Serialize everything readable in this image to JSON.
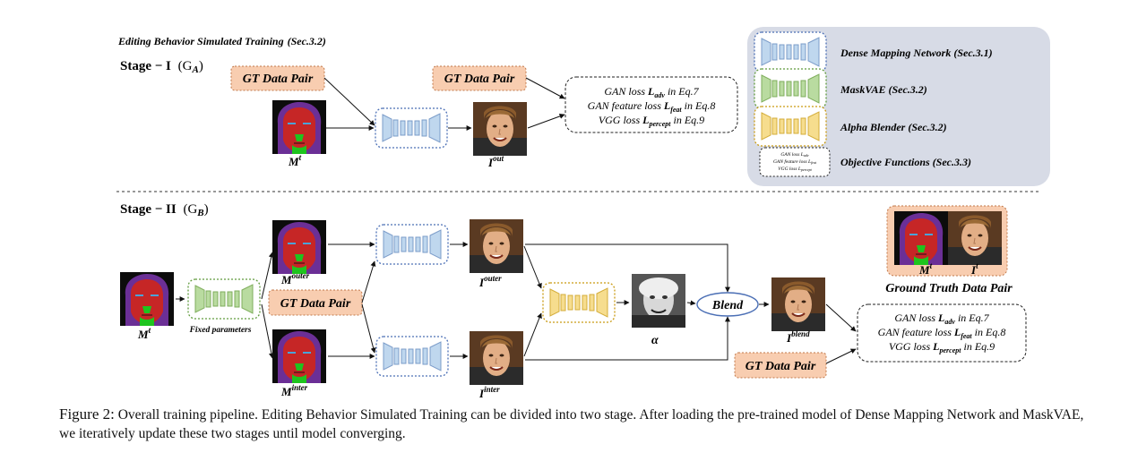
{
  "figure": {
    "title_prefix": "Editing Behavior Simulated Training",
    "title_ref": "(Sec.3.2)",
    "stage1": {
      "label": "Stage − I",
      "sub": "(G",
      "sub_letter": "A",
      "close": ")"
    },
    "stage2": {
      "label": "Stage − II",
      "sub": "(G",
      "sub_letter": "B",
      "close": ")"
    },
    "gt_pair": "GT Data Pair",
    "fixed_parameters": "Fixed parameters",
    "blend": "Blend",
    "alpha": "α",
    "ground_truth_pair": "Ground Truth Data Pair",
    "labels": {
      "mt": "M",
      "mt_sup": "t",
      "iout": "I",
      "iout_sup": "out",
      "mouter": "M",
      "mouter_sup": "outer",
      "minter": "M",
      "minter_sup": "inter",
      "iouter": "I",
      "iouter_sup": "outer",
      "iinter": "I",
      "iinter_sup": "inter",
      "iblend": "I",
      "iblend_sup": "blend",
      "gt_m": "M",
      "gt_m_sup": "t",
      "gt_i": "I",
      "gt_i_sup": "t"
    },
    "loss_box": {
      "line1_a": "GAN loss",
      "line1_b": "L",
      "line1_sub": "adv",
      "line1_c": "in Eq.7",
      "line2_a": "GAN feature loss",
      "line2_b": "L",
      "line2_sub": "feat",
      "line2_c": "in Eq.8",
      "line3_a": "VGG loss",
      "line3_b": "L",
      "line3_sub": "percept",
      "line3_c": "in Eq.9"
    },
    "legend": {
      "dense": "Dense Mapping Network",
      "dense_ref": "(Sec.3.1)",
      "maskvae": "MaskVAE",
      "maskvae_ref": "(Sec.3.2)",
      "alpha": "Alpha Blender",
      "alpha_ref": "(Sec.3.2)",
      "obj": "Objective Functions",
      "obj_ref": "(Sec.3.3)",
      "mini_l1": "GAN loss L",
      "mini_l1_sub": "adv",
      "mini_l2": "GAN feature loss L",
      "mini_l2_sub": "feat",
      "mini_l3": "VGG loss L",
      "mini_l3_sub": "percept"
    },
    "colors": {
      "blue_net": "#bfd7ee",
      "blue_border": "#4b6fb5",
      "green_net": "#b9dba0",
      "green_border": "#5f9a3c",
      "yellow_net": "#f6dd8e",
      "yellow_border": "#c99a12",
      "gt_fill": "#f8cdb0",
      "gt_border": "#c0784a",
      "legend_bg": "#d7dbe6",
      "mask_purple": "#6b2f96",
      "mask_red": "#c62626",
      "mask_green": "#1ec41e"
    }
  },
  "caption": {
    "label": "Figure 2:",
    "text": "Overall training pipeline. Editing Behavior Simulated Training can be divided into two stage. After loading the pre-trained model of Dense Mapping Network and MaskVAE, we iteratively update these two stages until model converging."
  }
}
